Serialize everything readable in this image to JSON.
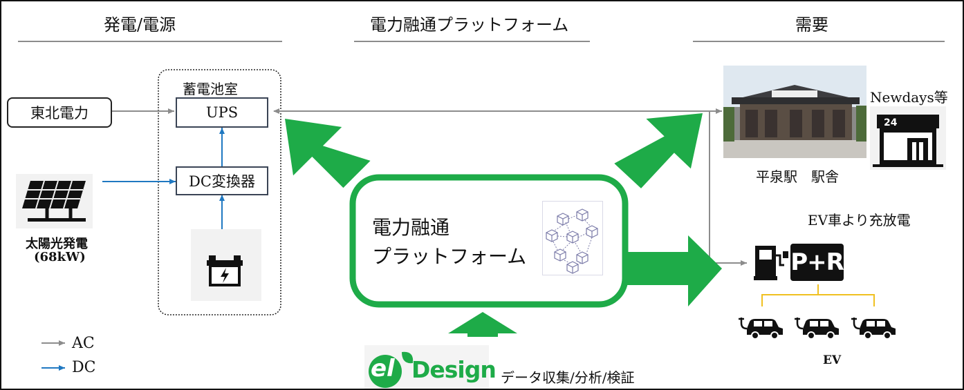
{
  "sections": {
    "generation": "発電/電源",
    "platform": "電力融通プラットフォーム",
    "demand": "需要"
  },
  "battery_room": {
    "title": "蓄電池室",
    "ups": "UPS",
    "dc_converter": "DC変換器",
    "battery_icon": "battery-icon"
  },
  "sources": {
    "tohoku": "東北電力",
    "solar_line1": "太陽光発電",
    "solar_line2": "(68kW)",
    "solar_icon": "solar-panel-icon"
  },
  "platform_box": {
    "line1": "電力融通",
    "line2": "プラットフォーム",
    "icon": "blockchain-network-icon"
  },
  "demand": {
    "station_label": "平泉駅　駅舎",
    "newdays_label": "Newdays等",
    "ev_charge_label": "EV車より充放電",
    "ev_label": "EV",
    "station_image": "station-photo",
    "store_icon": "convenience-store-icon",
    "charger_icon": "ev-charger-icon",
    "parkride": "P+R",
    "car_icon": "car-icon"
  },
  "eldesign": {
    "logo_el": "el",
    "logo_design": "Design",
    "caption": "データ収集/分析/検証"
  },
  "legend": {
    "ac": "AC",
    "dc": "DC"
  },
  "colors": {
    "green": "#1eab48",
    "ac_line": "#8c8c8c",
    "dc_line": "#1f78c1",
    "ev_bracket": "#f0c020"
  }
}
